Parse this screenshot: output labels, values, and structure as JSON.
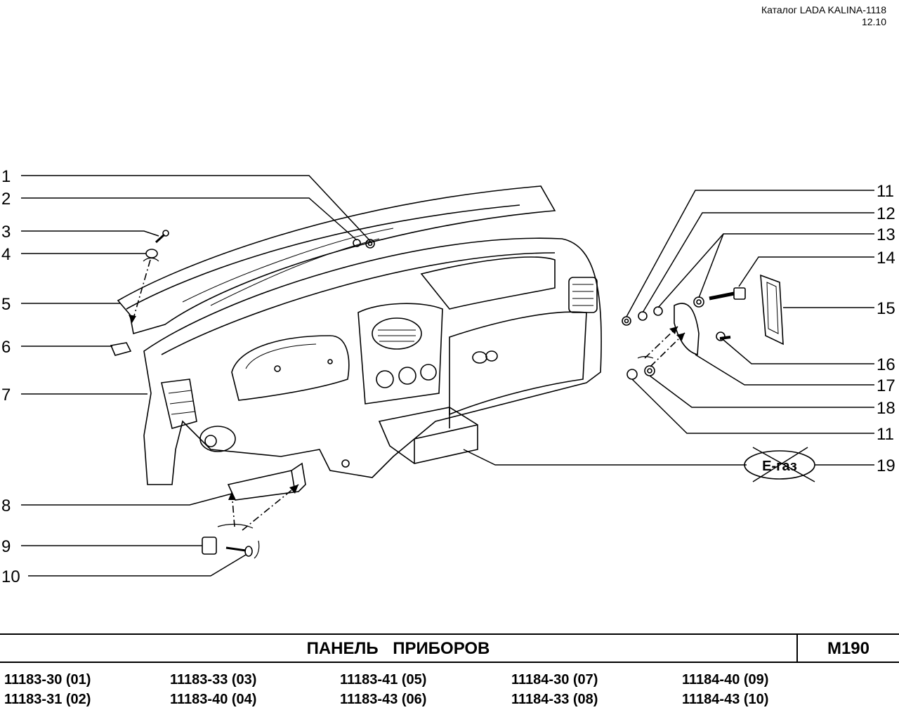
{
  "header": {
    "catalog": "Каталог LADA KALINA-1118",
    "date": "12.10"
  },
  "callouts": {
    "left": [
      "1",
      "2",
      "3",
      "4",
      "5",
      "6",
      "7",
      "8",
      "9",
      "10"
    ],
    "right": [
      "11",
      "12",
      "13",
      "14",
      "15",
      "16",
      "17",
      "18",
      "11",
      "19"
    ]
  },
  "egas_label": "E-газ",
  "title": "ПАНЕЛЬ ПРИБОРОВ",
  "code": "M190",
  "models": [
    [
      "11183-30 (01)",
      "11183-31 (02)"
    ],
    [
      "11183-33 (03)",
      "11183-40 (04)"
    ],
    [
      "11183-41 (05)",
      "11183-43 (06)"
    ],
    [
      "11184-30 (07)",
      "11184-33 (08)"
    ],
    [
      "11184-40 (09)",
      "11184-43 (10)"
    ]
  ]
}
